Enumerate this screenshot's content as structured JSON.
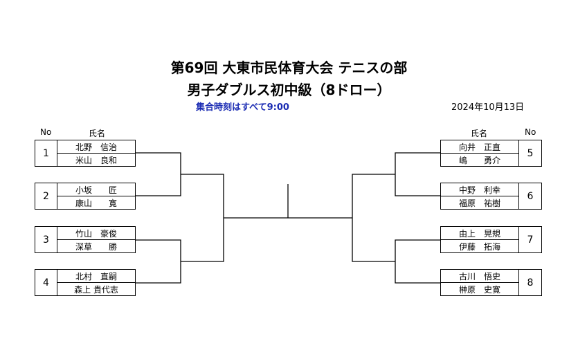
{
  "title": "第69回 大東市民体育大会 テニスの部",
  "subtitle": "男子ダブルス初中級（8ドロー）",
  "note": "集合時刻はすべて9:00",
  "date": "2024年10月13日",
  "headers": {
    "no": "No",
    "name": "氏名"
  },
  "left_entries": [
    {
      "no": "1",
      "players": [
        "北野　信治",
        "米山　良和"
      ]
    },
    {
      "no": "2",
      "players": [
        "小坂　　匠",
        "康山　　寛"
      ]
    },
    {
      "no": "3",
      "players": [
        "竹山　豪俊",
        "深草　　勝"
      ]
    },
    {
      "no": "4",
      "players": [
        "北村　直嗣",
        "森上 貴代志"
      ]
    }
  ],
  "right_entries": [
    {
      "no": "5",
      "players": [
        "向井　正直",
        "嶋　　勇介"
      ]
    },
    {
      "no": "6",
      "players": [
        "中野　利幸",
        "福原　祐樹"
      ]
    },
    {
      "no": "7",
      "players": [
        "由上　晃規",
        "伊藤　拓海"
      ]
    },
    {
      "no": "8",
      "players": [
        "古川　悟史",
        "榊原　史寛"
      ]
    }
  ]
}
